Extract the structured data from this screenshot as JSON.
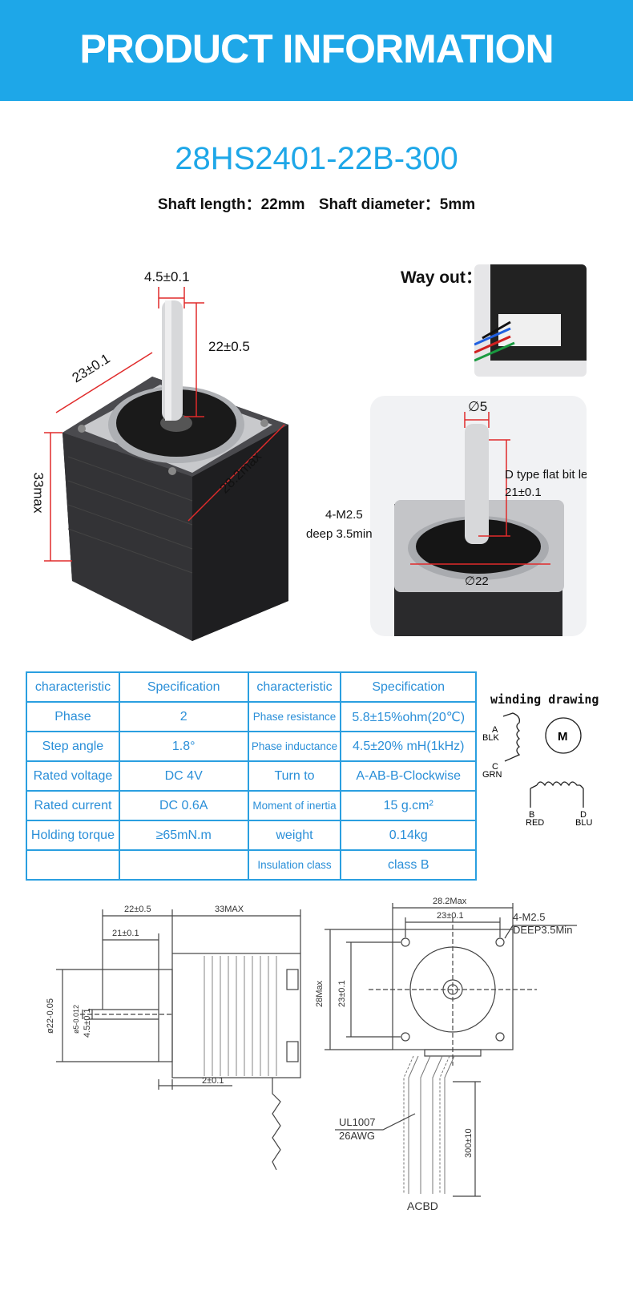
{
  "banner": {
    "title": "PRODUCT INFORMATION"
  },
  "colors": {
    "accent": "#1ea7e8",
    "table_border": "#2a9fe0",
    "table_text": "#2a8fd8"
  },
  "model": "28HS2401-22B-300",
  "shaft": {
    "length_label": "Shaft length：22mm",
    "diameter_label": "Shaft diameter：5mm"
  },
  "photo1": {
    "dim_shaft_dia": "4.5±0.1",
    "dim_shaft_len": "22±0.5",
    "dim_boss": "23±0.1",
    "dim_height": "33max",
    "dim_width": "28.2max"
  },
  "photo2": {
    "way_out": "Way out："
  },
  "photo3": {
    "dim_dia5": "∅5",
    "flat_title": "D type flat bit length",
    "flat_value": "21±0.1",
    "hole_title": "4-M2.5",
    "hole_depth": "deep 3.5min",
    "boss_dia": "∅22"
  },
  "spec_table": {
    "rows": [
      [
        "characteristic",
        "Specification",
        "characteristic",
        "Specification"
      ],
      [
        "Phase",
        "2",
        "Phase resistance",
        "5.8±15%ohm(20℃)"
      ],
      [
        "Step angle",
        "1.8°",
        "Phase inductance",
        "4.5±20% mH(1kHz)"
      ],
      [
        "Rated voltage",
        "DC  4V",
        "Turn to",
        "A-AB-B-Clockwise"
      ],
      [
        "Rated current",
        "DC  0.6A",
        "Moment of inertia",
        "15 g.cm²"
      ],
      [
        "Holding torque",
        "≥65mN.m",
        "weight",
        "0.14kg"
      ],
      [
        "",
        "",
        "Insulation class",
        "class B"
      ]
    ]
  },
  "winding": {
    "title": "winding drawing",
    "a": "A",
    "blk": "BLK",
    "c": "C",
    "grn": "GRN",
    "b": "B",
    "red": "RED",
    "d": "D",
    "blu": "BLU",
    "motor": "M"
  },
  "drawing": {
    "d_22": "22±0.5",
    "d_33": "33MAX",
    "d_21": "21±0.1",
    "d_22dia": "ø22-0.05",
    "d_5dia": "ø5-0.012",
    "d_45": "4.5±0.1",
    "d_2": "2±0.1",
    "d_282": "28.2Max",
    "d_23": "23±0.1",
    "d_28max": "28Max",
    "d_23v": "23±0.1",
    "hole1": "4-M2.5",
    "hole2": "DEEP3.5Min",
    "ul": "UL1007",
    "awg": "26AWG",
    "lead": "300±10",
    "acbd": "ACBD"
  }
}
